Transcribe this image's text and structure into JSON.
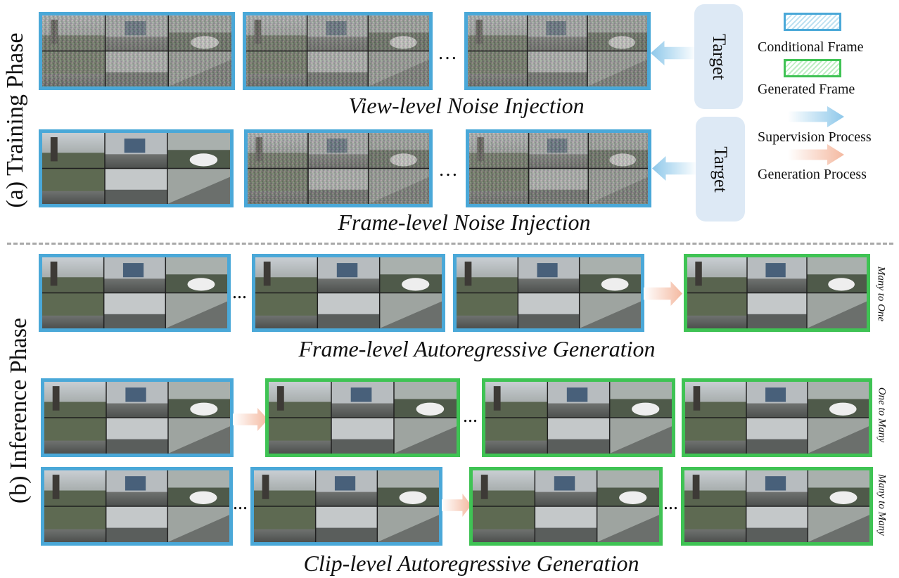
{
  "training": {
    "label": "(a) Training Phase",
    "row1_caption": "View-level Noise Injection",
    "row2_caption": "Frame-level Noise Injection",
    "target_label": "Target"
  },
  "inference": {
    "label": "(b) Inference Phase",
    "row1_caption": "Frame-level Autoregressive Generation",
    "row3_caption": "Clip-level Autoregressive  Generation",
    "side_labels": [
      "Many to One",
      "One to Many",
      "Many to Many"
    ]
  },
  "legend": {
    "conditional": "Conditional Frame",
    "generated": "Generated Frame",
    "supervision": "Supervision Process",
    "generation": "Generation Process"
  },
  "ellipsis": "...",
  "ellipsis_wide": "…",
  "colors": {
    "conditional_border": "#4aa8d8",
    "generated_border": "#3fc354",
    "supervision_arrow": "#8ec8ea",
    "generation_arrow": "#f4b9a0"
  }
}
